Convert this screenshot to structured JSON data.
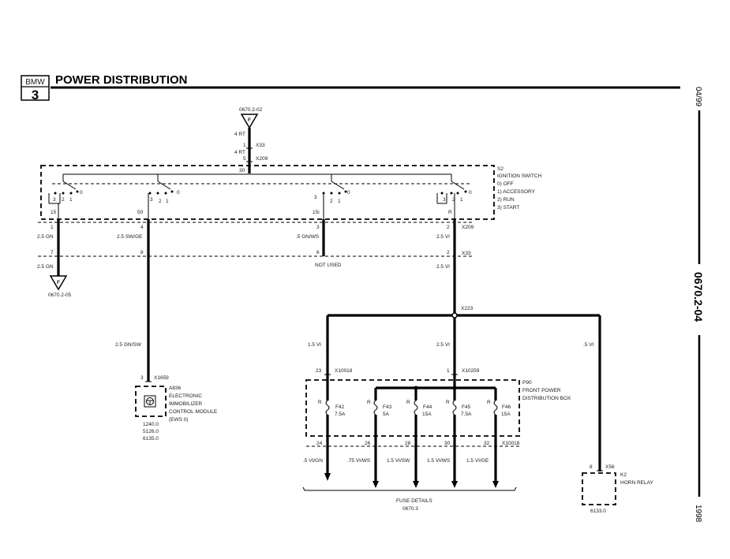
{
  "logo": {
    "brand": "BMW",
    "series": "3"
  },
  "header": {
    "title": "POWER DISTRIBUTION"
  },
  "side": {
    "date": "04/99",
    "page_code": "0670.2-04",
    "year": "1998"
  },
  "top_feed": {
    "ref": "0670.2-02",
    "symbol": "F",
    "pin_upper": "1",
    "wire_upper": "4 RT",
    "conn_upper": "X33",
    "pin_lower": "5",
    "wire_lower": "4 RT",
    "conn_lower": "X209",
    "terminal": "30"
  },
  "ignition_switch": {
    "id": "S2",
    "name": "IGNITION SWITCH",
    "positions": [
      "0)   OFF",
      "1)   ACCESSORY",
      "2)   RUN",
      "3)   START"
    ],
    "contact_digits": [
      "3",
      "2",
      "1",
      "0"
    ],
    "terminals": [
      "15",
      "50",
      "15i",
      "R"
    ]
  },
  "outputs": [
    {
      "pin_a": "1",
      "wire_a": "2.5 GN",
      "pin_b": "7",
      "wire_b": "2.5 GN"
    },
    {
      "pin_a": "4",
      "wire_a": "2.5 SW/GE",
      "pin_b": "8"
    },
    {
      "pin_a": "3",
      "wire_a": ".5 GN/WS",
      "pin_b": "6",
      "note": "NOT USED"
    },
    {
      "pin_a": "2",
      "wire_a": "2.5 VI",
      "pin_b": "2",
      "wire_b": "2.5 VI"
    }
  ],
  "connectors": {
    "x209": "X209",
    "x33": "X33",
    "x223": "X223",
    "x10018": "X10018",
    "x10259": "X10259",
    "x10018_out": "X10018",
    "x56": "X56",
    "x1659": "X1659"
  },
  "ground_left": {
    "symbol": "F",
    "ref": "0670.2-05"
  },
  "ews": {
    "wire": "2.5 GN/SW",
    "pin": "3",
    "id": "A836",
    "lines": [
      "ELECTRONIC",
      "IMMOBILIZER",
      "CONTROL MODULE",
      "(EWS II)"
    ],
    "refs": [
      "1240.0",
      "5126.0",
      "6135.0"
    ]
  },
  "branches": {
    "left_wire": "1.5 VI",
    "mid_wire": "2.5 VI",
    "right_wire": ".5 VI",
    "left_pin": "23",
    "mid_pin": "1"
  },
  "pdb": {
    "id": "P90",
    "lines": [
      "FRONT POWER",
      "DISTRIBUTION BOX"
    ]
  },
  "fuses": [
    {
      "label": "F42",
      "rating": "7.5A",
      "r": "R"
    },
    {
      "label": "F43",
      "rating": "5A",
      "r": "R"
    },
    {
      "label": "F44",
      "rating": "15A",
      "r": "R"
    },
    {
      "label": "F45",
      "rating": "7.5A",
      "r": "R"
    },
    {
      "label": "F46",
      "rating": "15A",
      "r": "R"
    }
  ],
  "fuse_outputs": [
    {
      "pin": "24",
      "wire": ".5 VI/GN"
    },
    {
      "pin": "26",
      "wire": ".75 VI/WS"
    },
    {
      "pin": "28",
      "wire": "1.5 VI/SW"
    },
    {
      "pin": "30",
      "wire": "1.5 VI/WS"
    },
    {
      "pin": "32",
      "wire": "1.5 VI/GE"
    }
  ],
  "fuse_details": {
    "label": "FUSE DETAILS",
    "ref": "0670.3"
  },
  "horn_relay": {
    "pin": "8",
    "id": "K2",
    "name": "HORN RELAY",
    "ref": "6133.0"
  }
}
